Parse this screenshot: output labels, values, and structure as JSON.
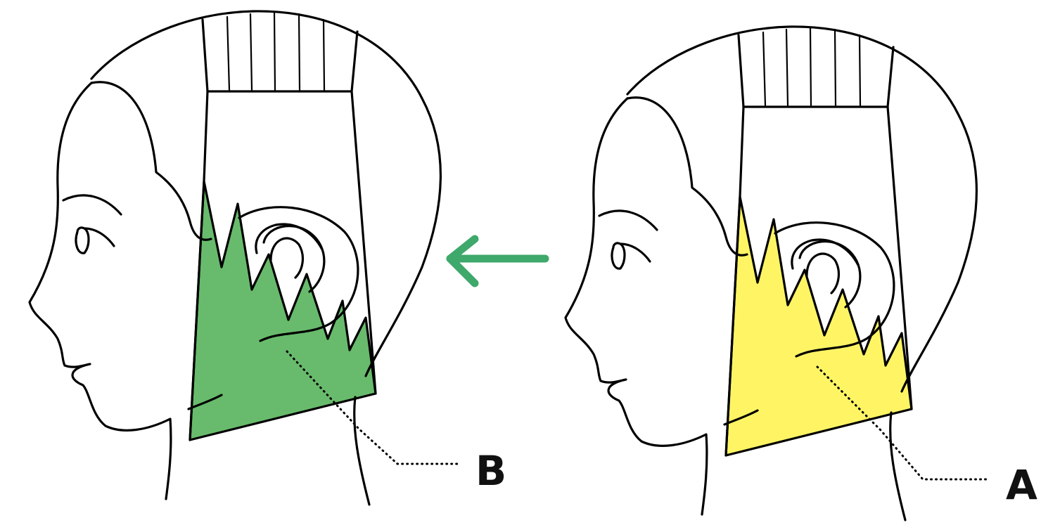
{
  "colors": {
    "shade_b": "#68bb6c",
    "shade_a": "#fff564",
    "arrow": "#3fa86b",
    "line": "#000000"
  },
  "figure_left": {
    "label": "B"
  },
  "figure_right": {
    "label": "A"
  },
  "arrow": {
    "direction": "right-to-left"
  }
}
